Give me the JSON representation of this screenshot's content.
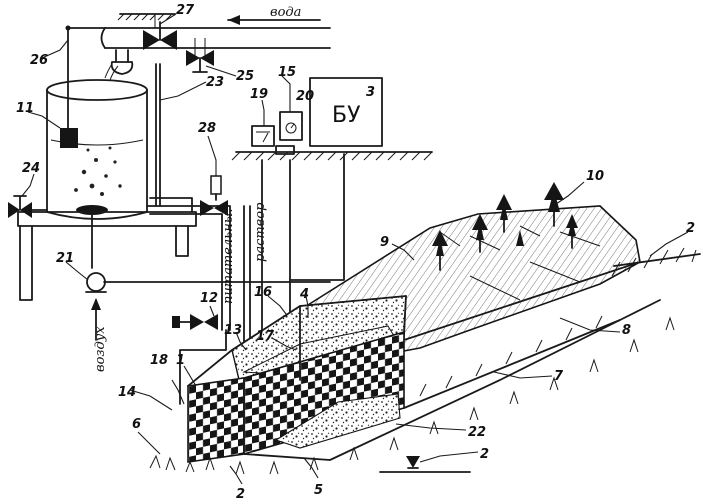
{
  "labels": {
    "water": "вода",
    "air": "воздух",
    "solution_line1": "питательны.",
    "solution_line2": "раствор",
    "control_unit": "БУ",
    "control_unit_num": "3"
  },
  "callouts": [
    {
      "id": "n27",
      "text": "27"
    },
    {
      "id": "n26",
      "text": "26"
    },
    {
      "id": "n25",
      "text": "25"
    },
    {
      "id": "n23",
      "text": "23"
    },
    {
      "id": "n15",
      "text": "15"
    },
    {
      "id": "n20",
      "text": "20"
    },
    {
      "id": "n19",
      "text": "19"
    },
    {
      "id": "n11",
      "text": "11"
    },
    {
      "id": "n28",
      "text": "28"
    },
    {
      "id": "n24",
      "text": "24"
    },
    {
      "id": "n10",
      "text": "10"
    },
    {
      "id": "n9",
      "text": "9"
    },
    {
      "id": "n2a",
      "text": "2"
    },
    {
      "id": "n21",
      "text": "21"
    },
    {
      "id": "n12",
      "text": "12"
    },
    {
      "id": "n16",
      "text": "16"
    },
    {
      "id": "n4",
      "text": "4"
    },
    {
      "id": "n13",
      "text": "13"
    },
    {
      "id": "n17",
      "text": "17"
    },
    {
      "id": "n1",
      "text": "1"
    },
    {
      "id": "n8",
      "text": "8"
    },
    {
      "id": "n18",
      "text": "18"
    },
    {
      "id": "n7",
      "text": "7"
    },
    {
      "id": "n14",
      "text": "14"
    },
    {
      "id": "n6",
      "text": "6"
    },
    {
      "id": "n22",
      "text": "22"
    },
    {
      "id": "n2b",
      "text": "2"
    },
    {
      "id": "n2c",
      "text": "2"
    },
    {
      "id": "n5",
      "text": "5"
    }
  ]
}
